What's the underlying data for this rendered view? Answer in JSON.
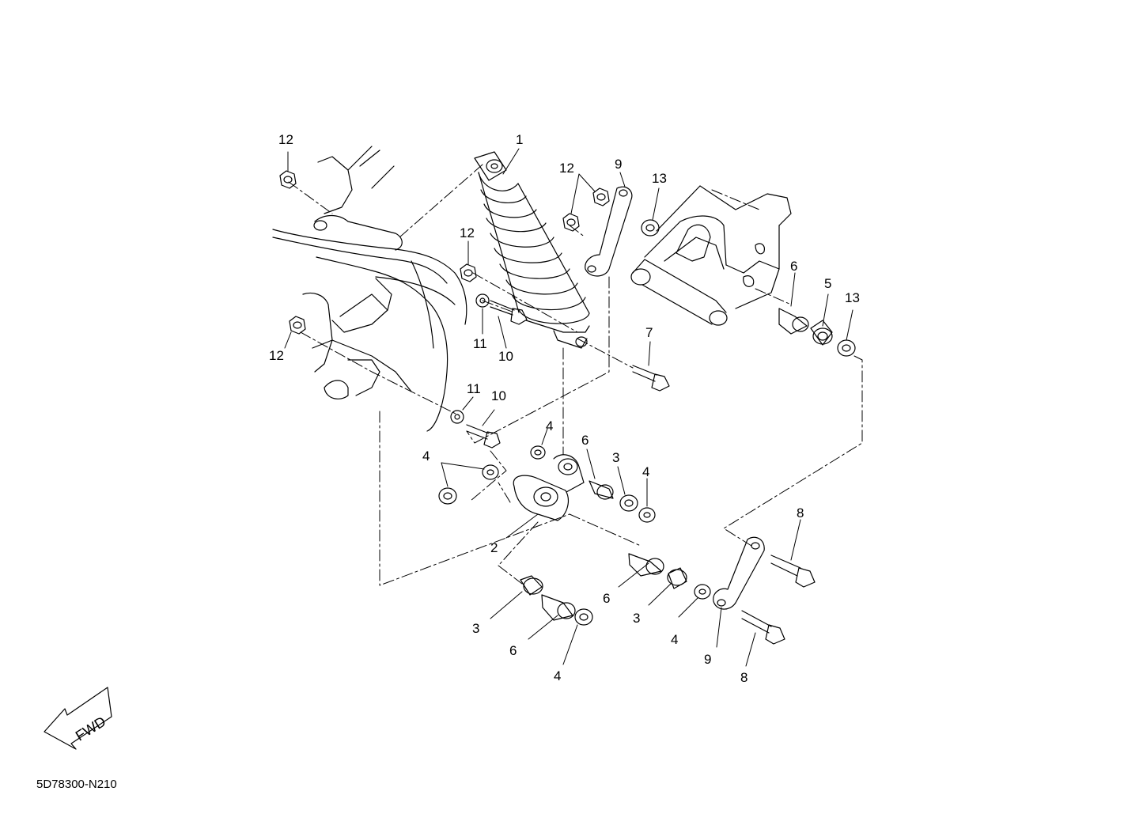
{
  "callouts": [
    "12",
    "1",
    "12",
    "9",
    "13",
    "12",
    "6",
    "5",
    "13",
    "11",
    "10",
    "12",
    "7",
    "11",
    "10",
    "4",
    "6",
    "3",
    "4",
    "4",
    "2",
    "8",
    "6",
    "3",
    "4",
    "9",
    "8",
    "3",
    "6",
    "4"
  ],
  "fwd_label": "FWD",
  "diagram_code": "5D78300-N210"
}
